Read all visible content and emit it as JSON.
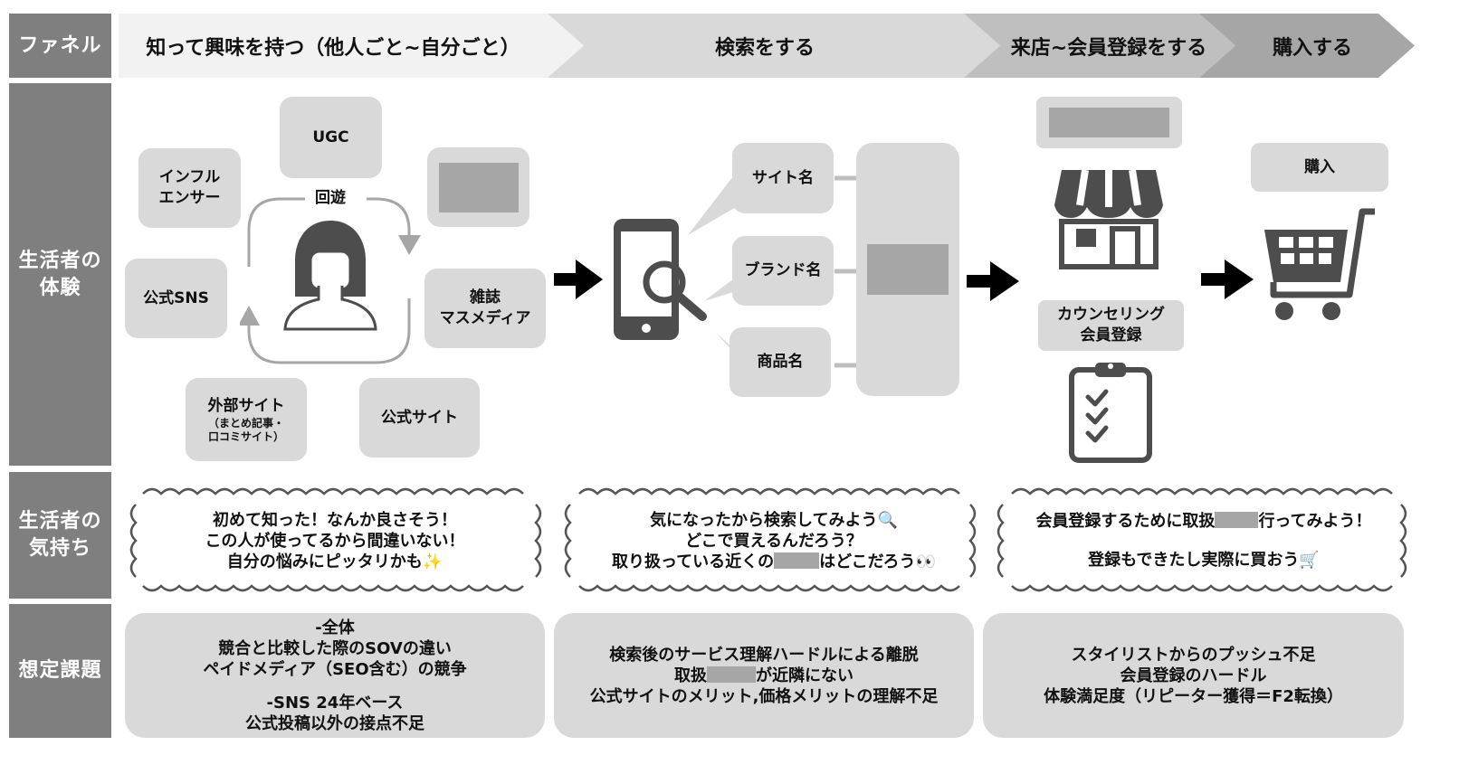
{
  "rows": {
    "funnel": "ファネル",
    "experience": "生活者の\n体験",
    "feeling": "生活者の\n気持ち",
    "issues": "想定課題"
  },
  "stages": {
    "s1": "知って興味を持つ（他人ごと~自分ごと）",
    "s2": "検索をする",
    "s3": "来店~会員登録をする",
    "s4": "購入する"
  },
  "experience": {
    "ugc": "UGC",
    "influencer": "インフル\nエンサー",
    "kaiyu": "回遊",
    "official_sns": "公式SNS",
    "magazine": "雑誌\nマスメディア",
    "external_site": "外部サイト",
    "external_site_sub": "（まとめ記事・\n口コミサイト）",
    "official_site": "公式サイト",
    "site_name": "サイト名",
    "brand_name": "ブランド名",
    "product_name": "商品名",
    "counseling": "カウンセリング\n会員登録",
    "purchase": "購入"
  },
  "feelings": {
    "f1": "初めて知った！なんか良さそう！\nこの人が使ってるから間違いない！\n自分の悩みにピッタリかも✨",
    "f2_l1": "気になったから検索してみよう🔍",
    "f2_l2": "どこで買えるんだろう？",
    "f2_l3a": "取り扱っている近くの",
    "f2_l3b": "はどこだろう👀",
    "f3_l1a": "会員登録するために取扱",
    "f3_l1b": "行ってみよう！",
    "f3_l2": "登録もできたし実際に買おう🛒"
  },
  "issues": {
    "i1_p1": "-全体\n競合と比較した際のSOVの違い\nペイドメディア（SEO含む）の競争",
    "i1_p2": "-SNS 24年ベース\n公式投稿以外の接点不足",
    "i2_l1": "検索後のサービス理解ハードルによる離脱",
    "i2_l2a": "取扱",
    "i2_l2b": "が近隣にない",
    "i2_l3": "公式サイトのメリット,価格メリットの理解不足",
    "i3": "スタイリストからのプッシュ不足\n会員登録のハードル\n体験満足度（リピーター獲得＝F2転換）"
  },
  "colors": {
    "row_label_bg": "#7f7f7f",
    "box_bg": "#d9d9d9",
    "placeholder": "#a6a6a6",
    "icon": "#4d4d4d"
  }
}
